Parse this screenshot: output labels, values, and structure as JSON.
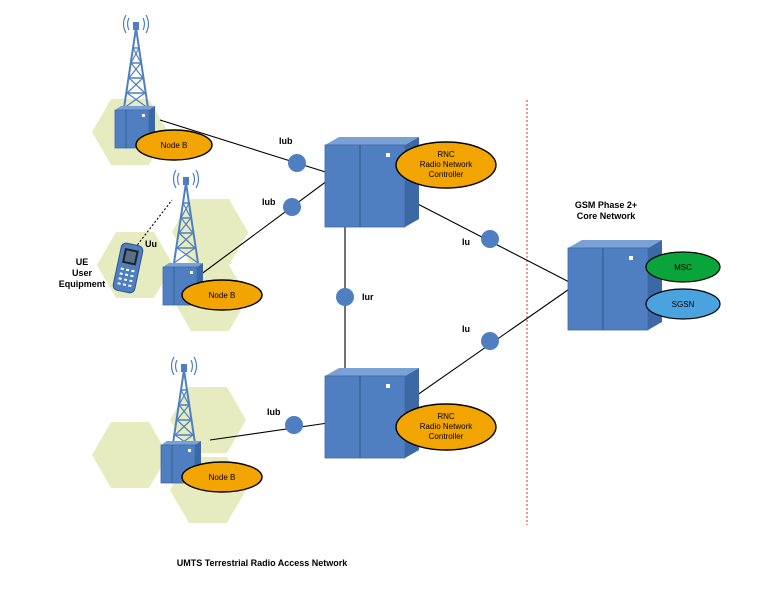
{
  "labels": {
    "iub_top": "Iub",
    "iub_mid": "Iub",
    "iub_bottom": "Iub",
    "iu_top": "Iu",
    "iu_bottom": "Iu",
    "iur": "Iur",
    "uu": "Uu"
  },
  "ue": {
    "line1": "UE",
    "line2": "User",
    "line3": "Equipment"
  },
  "node_b": {
    "top": "Node B",
    "mid": "Node B",
    "bottom": "Node B"
  },
  "rnc_top": {
    "line1": "RNC",
    "line2": "Radio Network",
    "line3": "Controller"
  },
  "rnc_bottom": {
    "line1": "RNC",
    "line2": "Radio Network",
    "line3": "Controller"
  },
  "core": {
    "title_line1": "GSM Phase 2+",
    "title_line2": "Core Network",
    "msc": "MSC",
    "sgsn": "SGSN"
  },
  "caption": "UMTS Terrestrial Radio Access Network",
  "colors": {
    "hex_fill": "#e6ecbf",
    "server_blue": "#4f7fc0",
    "server_dark": "#3c68a6",
    "tower_blue": "#4f7fc0",
    "oval_orange": "#f2a500",
    "msc_green": "#0aa53a",
    "sgsn_blue": "#4aa3df",
    "divider_red": "#d9534f"
  }
}
